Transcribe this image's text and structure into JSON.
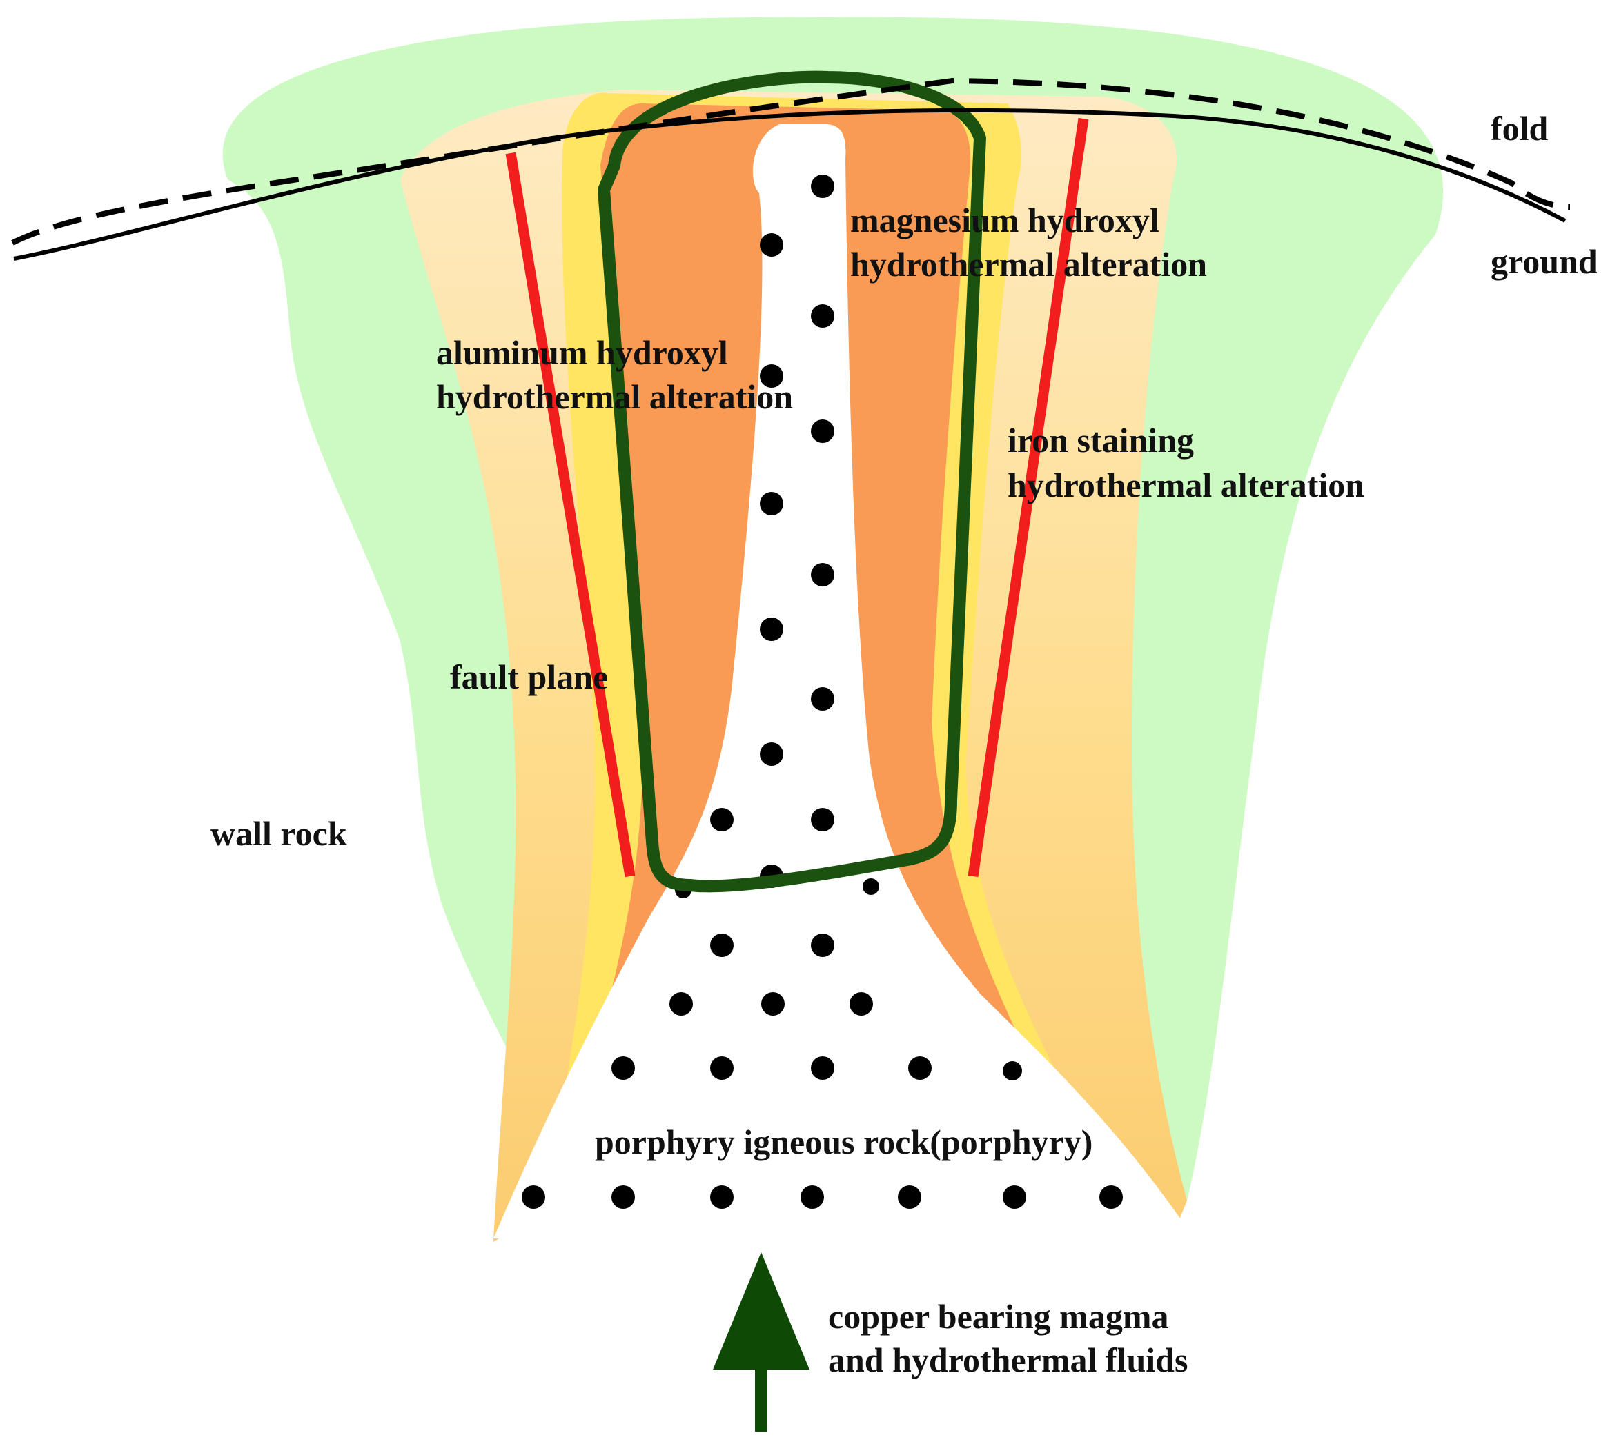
{
  "labels": {
    "fold": "fold",
    "ground": "ground",
    "magnesium_line1": "magnesium hydroxyl",
    "magnesium_line2": "hydrothermal alteration",
    "aluminum_line1": "aluminum hydroxyl",
    "aluminum_line2": "hydrothermal alteration",
    "iron_line1": "iron staining",
    "iron_line2": "hydrothermal alteration",
    "fault_plane": "fault plane",
    "wall_rock": "wall rock",
    "porphyry": "porphyry igneous rock(porphyry)",
    "fluids_line1": "copper bearing magma",
    "fluids_line2": "and hydrothermal fluids"
  },
  "colors": {
    "wall_rock": "#cdf9c2",
    "aluminum_zone": "#fddc8a",
    "yellow_band": "#ffe561",
    "magnesium_zone": "#f99a55",
    "fault": "#f21d1d",
    "iron_outline": "#1c5210",
    "arrow": "#0e4a06",
    "dots": "#000000"
  }
}
